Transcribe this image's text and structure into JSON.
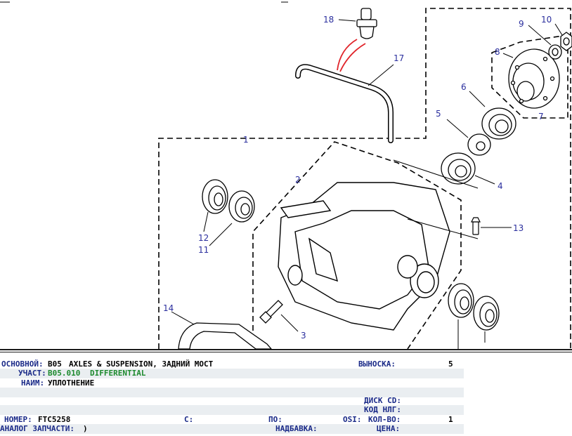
{
  "diagram": {
    "callouts": [
      "1",
      "2",
      "3",
      "4",
      "5",
      "6",
      "7",
      "8",
      "9",
      "10",
      "11",
      "12",
      "13",
      "14",
      "17",
      "18"
    ]
  },
  "info": {
    "main_label": "ОСНОВНОЙ:",
    "main_code": "B05",
    "main_value": "AXLES & SUSPENSION, ЗАДНИЙ МОСТ",
    "callout_label": "ВЫНОСКА:",
    "callout_value": "5",
    "section_label": "УЧАСТ:",
    "section_code": "B05.010",
    "section_value": "DIFFERENTIAL",
    "name_label": "НАИМ:",
    "name_value": "УПЛОТНЕНИЕ",
    "disk_label": "ДИСК CD:",
    "disk_value": "",
    "nlg_label": "КОД НЛГ:",
    "nlg_value": "",
    "number_label": "НОМЕР:",
    "number_value": "FTC5258",
    "from_label": "С:",
    "from_value": "",
    "to_label": "ПО:",
    "to_value": "",
    "osi_label": "OSI:",
    "qty_label": "КОЛ-ВО:",
    "qty_value": "1",
    "analog_label": "АНАЛОГ ЗАПЧАСТИ:",
    "analog_value": ")",
    "surcharge_label": "НАДБАВКА:",
    "price_label": "ЦЕНА:",
    "price_value": ""
  }
}
